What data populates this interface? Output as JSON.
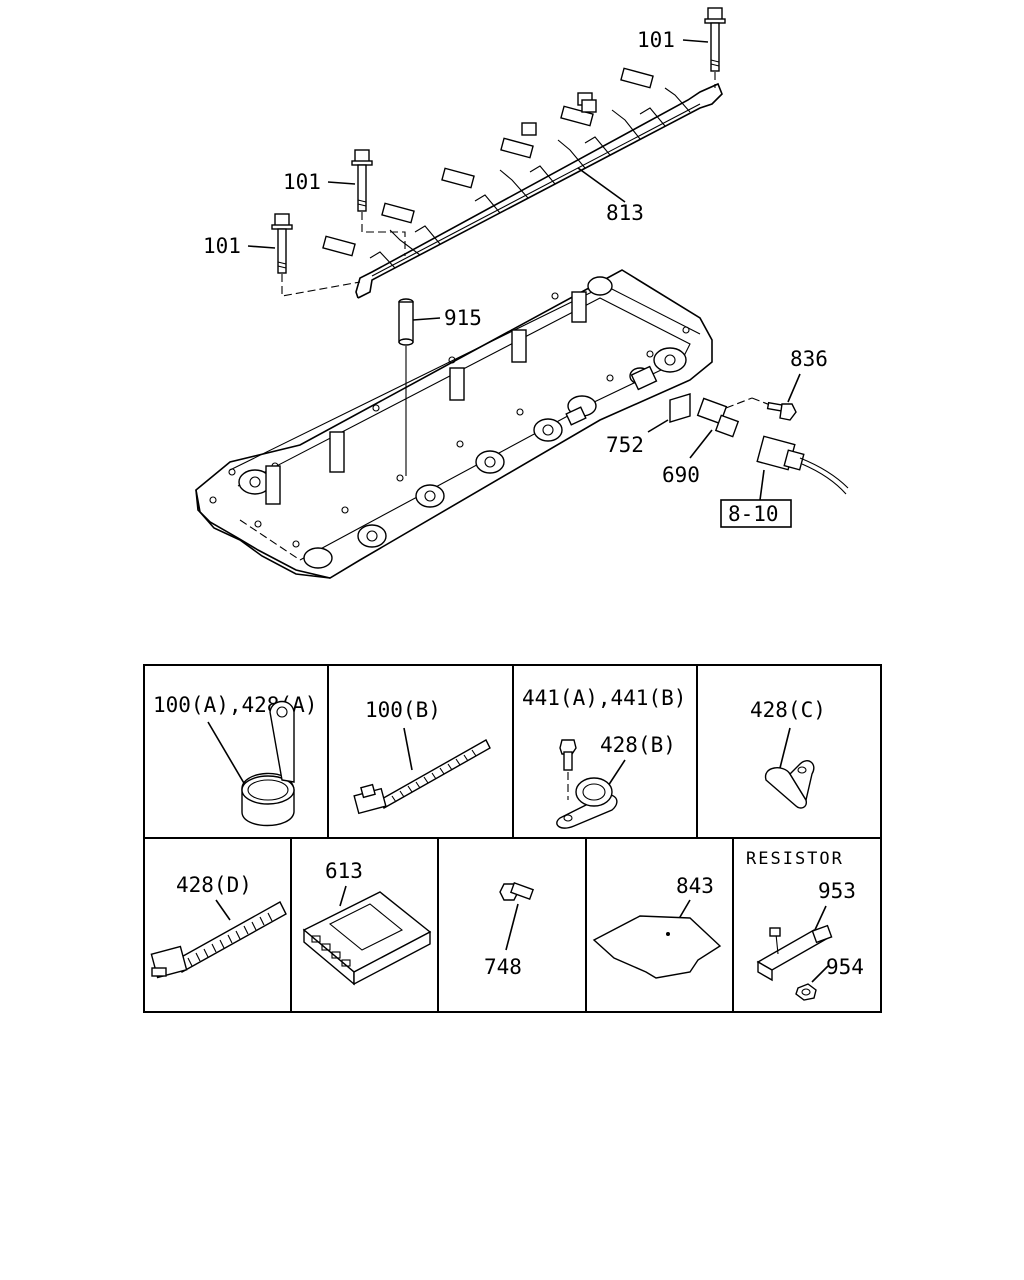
{
  "callouts": {
    "c101_top": "101",
    "c101_mid": "101",
    "c101_left": "101",
    "c813": "813",
    "c915": "915",
    "c836": "836",
    "c752": "752",
    "c690": "690",
    "ref_8_10": "8-10"
  },
  "parts_table": {
    "row1": [
      {
        "label": "100(A),428(A)"
      },
      {
        "label": "100(B)"
      },
      {
        "label": "441(A),441(B)",
        "sub_label": "428(B)"
      },
      {
        "label": "428(C)"
      }
    ],
    "row2": [
      {
        "label": "428(D)"
      },
      {
        "label": "613"
      },
      {
        "label": "748"
      },
      {
        "label": "843"
      },
      {
        "title": "RESISTOR",
        "label": "953",
        "sub_label": "954"
      }
    ]
  },
  "colors": {
    "line": "#000000",
    "background": "#ffffff"
  }
}
